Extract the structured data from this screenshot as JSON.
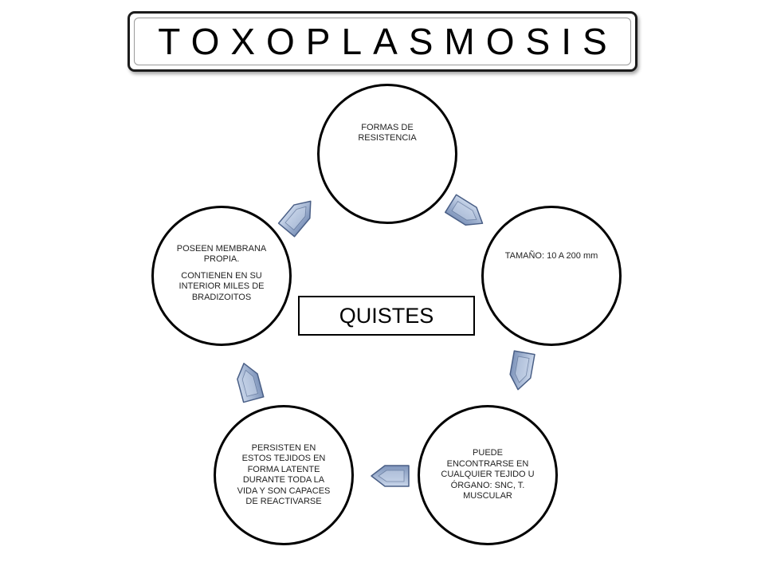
{
  "title": "TOXOPLASMOSIS",
  "center_label": "QUISTES",
  "nodes": [
    {
      "lines": [
        "FORMAS DE RESISTENCIA"
      ]
    },
    {
      "lines": [
        "TAMAÑO: 10 A 200 mm"
      ]
    },
    {
      "lines": [
        "PUEDE ENCONTRARSE EN CUALQUIER TEJIDO U ÓRGANO: SNC, T. MUSCULAR"
      ]
    },
    {
      "lines": [
        "PERSISTEN EN ESTOS TEJIDOS EN FORMA LATENTE DURANTE TODA LA VIDA Y SON CAPACES DE REACTIVARSE"
      ]
    },
    {
      "lines": [
        "POSEEN MEMBRANA PROPIA.",
        "CONTIENEN EN SU INTERIOR MILES DE BRADIZOITOS"
      ]
    }
  ],
  "arrows": [
    {
      "from": 5,
      "to": 1,
      "icon": "arrow-icon"
    },
    {
      "from": 1,
      "to": 2,
      "icon": "arrow-icon"
    },
    {
      "from": 2,
      "to": 3,
      "icon": "arrow-icon"
    },
    {
      "from": 3,
      "to": 4,
      "icon": "arrow-icon"
    },
    {
      "from": 4,
      "to": 5,
      "icon": "arrow-icon"
    }
  ],
  "colors": {
    "arrow_fill_light": "#c9d6ea",
    "arrow_fill_dark": "#7f95bb",
    "arrow_stroke": "#4a5f86",
    "outline": "#000000"
  }
}
